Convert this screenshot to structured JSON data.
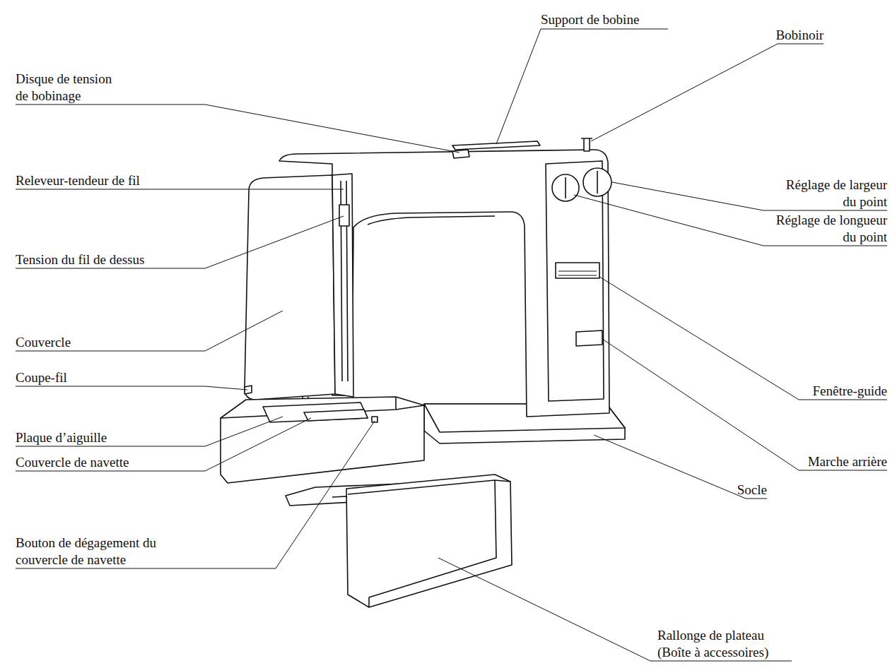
{
  "diagram": {
    "labels": [
      "Support de bobine",
      "Disque de tension de bobinage",
      "Bobinoir",
      "Releveur-tendeur de fil",
      "Réglage de largeur du point",
      "Réglage de longueur du point",
      "Tension du fil de dessus",
      "Couvercle",
      "Fenêtre-guide",
      "Coupe-fil",
      "Marche arrière",
      "Plaque d’aiguille",
      "Couvercle de navette",
      "Socle",
      "Bouton de dégagement du couvercle de navette",
      "Rallonge de plateau (Boîte à accessoires)"
    ]
  }
}
